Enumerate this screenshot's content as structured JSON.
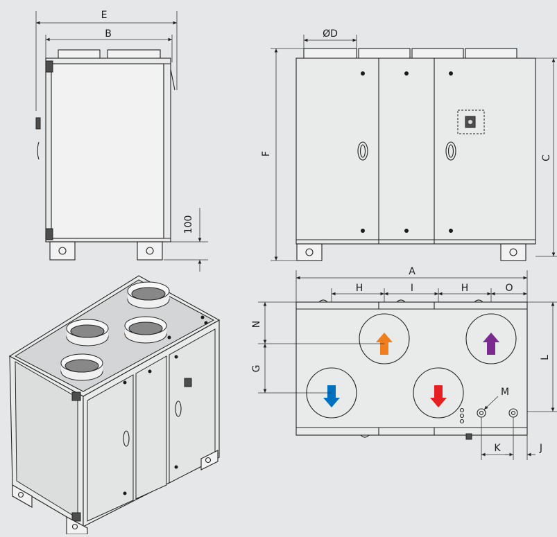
{
  "labels": {
    "E": "E",
    "B": "B",
    "D": "ØD",
    "F": "F",
    "C": "C",
    "h100": "100",
    "A": "A",
    "H1": "H",
    "I": "I",
    "H2": "H",
    "O": "O",
    "N": "N",
    "G": "G",
    "L": "L",
    "M": "M",
    "K": "K",
    "J": "J"
  },
  "colors": {
    "background": "#e6e7e8",
    "blue_arrow": "#0070c0",
    "orange_arrow": "#f07d1e",
    "red_arrow": "#e62020",
    "purple_arrow": "#7b2a8e"
  }
}
